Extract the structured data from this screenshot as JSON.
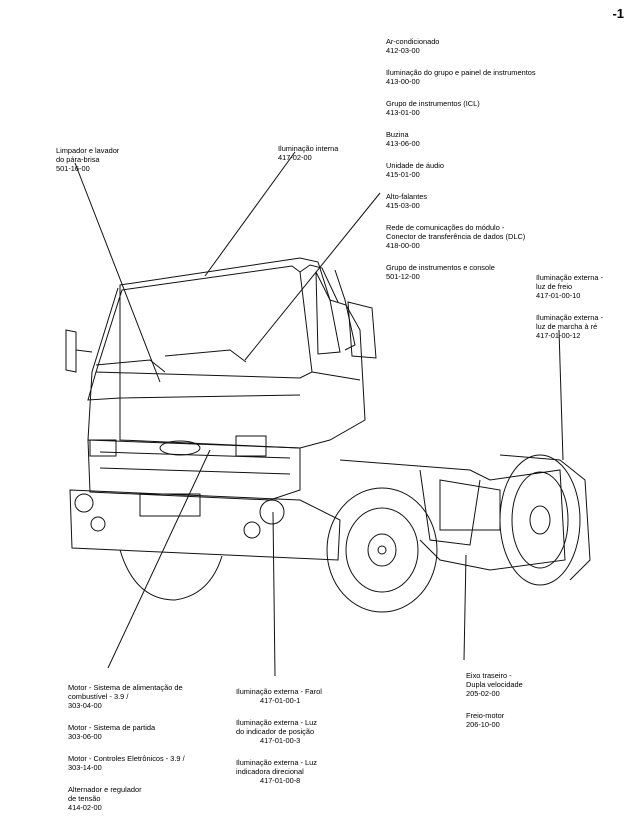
{
  "page_number": "-1",
  "labels": {
    "top_right": [
      {
        "name": "Ar-condicionado",
        "code": "412-03-00"
      },
      {
        "name": "Iluminação do grupo e painel de instrumentos",
        "code": "413-00-00"
      },
      {
        "name": "Grupo de instrumentos (ICL)",
        "code": "413-01-00"
      },
      {
        "name": "Buzina",
        "code": "413-06-00"
      },
      {
        "name": "Unidade de áudio",
        "code": "415-01-00"
      },
      {
        "name": "Alto-falantes",
        "code": "415-03-00"
      },
      {
        "name": "Rede de comunicações do módulo -\nConector de transferência de dados (DLC)",
        "code": "418-00-00"
      },
      {
        "name": "Grupo de instrumentos e console",
        "code": "501-12-00"
      }
    ],
    "wiper": {
      "name": "Limpador e lavador\ndo pára-brisa",
      "code": "501-16-00"
    },
    "interior_light": {
      "name": "Iluminação interna",
      "code": "417-02-00"
    },
    "rear_lights": [
      {
        "name": "Iluminação externa -\nluz de freio",
        "code": "417-01-00-10"
      },
      {
        "name": "Iluminação externa -\nluz de marcha à ré",
        "code": "417-01-00-12"
      }
    ],
    "engine": [
      {
        "name": "Motor - Sistema de alimentação de\ncombustível - 3.9 /",
        "code": "303-04-00"
      },
      {
        "name": "Motor - Sistema de partida",
        "code": "303-06-00"
      },
      {
        "name": "Motor - Controles Eletrônicos - 3.9 /",
        "code": "303-14-00"
      },
      {
        "name": "Alternador e regulador\nde tensão",
        "code": "414-02-00"
      }
    ],
    "exterior_front": [
      {
        "name": "Iluminação externa - Farol",
        "code": "417-01-00-1"
      },
      {
        "name": "Iluminação externa - Luz\ndo indicador de posição",
        "code": "417-01-00-3"
      },
      {
        "name": "Iluminação externa - Luz\nindicadora direcional",
        "code": "417-01-00-8"
      }
    ],
    "axle": [
      {
        "name": "Eixo traseiro -\nDupla velocidade",
        "code": "205-02-00"
      },
      {
        "name": "Freio-motor",
        "code": "206-10-00"
      }
    ]
  }
}
